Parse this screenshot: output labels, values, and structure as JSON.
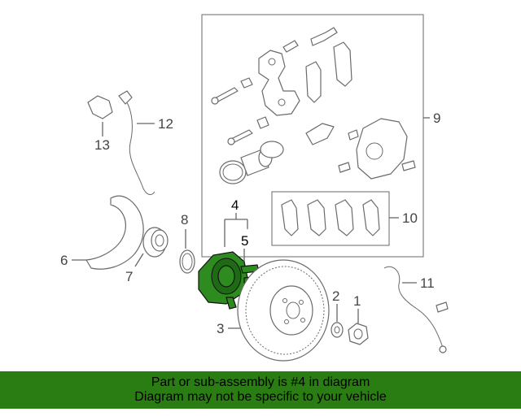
{
  "callouts": {
    "c1": "1",
    "c2": "2",
    "c3": "3",
    "c4": "4",
    "c5": "5",
    "c6": "6",
    "c7": "7",
    "c8": "8",
    "c9": "9",
    "c10": "10",
    "c11": "11",
    "c12": "12",
    "c13": "13"
  },
  "banner": {
    "line1": "Part or sub-assembly is #4 in diagram",
    "line2": "Diagram may not be specific to your vehicle"
  },
  "colors": {
    "highlight": "#2e8b1f",
    "banner_bg": "#2a7d12",
    "line": "#666666"
  }
}
